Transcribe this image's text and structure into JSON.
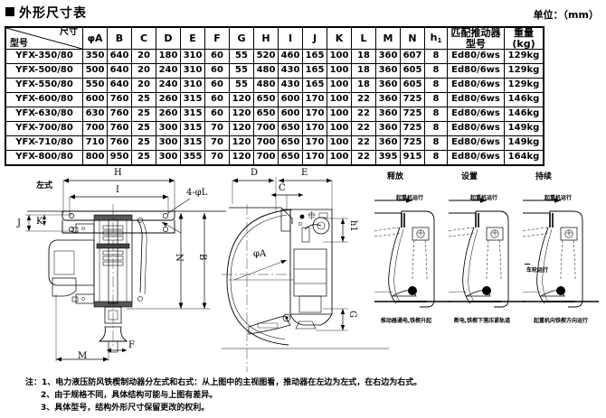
{
  "header": {
    "title": "外形尺寸表",
    "unit_label": "单位：（mm）"
  },
  "table": {
    "corner": {
      "dimension_label": "尺寸",
      "model_label": "型号"
    },
    "columns": [
      "φA",
      "B",
      "C",
      "D",
      "E",
      "F",
      "G",
      "H",
      "I",
      "J",
      "K",
      "L",
      "M",
      "N",
      "h1"
    ],
    "col_pusher_line1": "匹配推动器",
    "col_pusher_line2": "型号",
    "col_weight_line1": "重量",
    "col_weight_line2": "(kg)",
    "rows": [
      {
        "model": "YFX-350/80",
        "values": [
          "350",
          "640",
          "20",
          "180",
          "310",
          "60",
          "55",
          "520",
          "460",
          "165",
          "100",
          "18",
          "360",
          "607",
          "8"
        ],
        "pusher": "Ed80/6ws",
        "weight": "129kg"
      },
      {
        "model": "YFX-500/80",
        "values": [
          "500",
          "640",
          "20",
          "240",
          "310",
          "60",
          "55",
          "480",
          "430",
          "165",
          "100",
          "18",
          "360",
          "605",
          "8"
        ],
        "pusher": "Ed80/6ws",
        "weight": "129kg"
      },
      {
        "model": "YFX-550/80",
        "values": [
          "550",
          "640",
          "20",
          "240",
          "310",
          "60",
          "55",
          "480",
          "430",
          "165",
          "100",
          "18",
          "360",
          "605",
          "8"
        ],
        "pusher": "Ed80/6ws",
        "weight": "129kg"
      },
      {
        "model": "YFX-600/80",
        "values": [
          "600",
          "760",
          "25",
          "260",
          "315",
          "60",
          "120",
          "650",
          "600",
          "170",
          "100",
          "22",
          "360",
          "725",
          "8"
        ],
        "pusher": "Ed80/6ws",
        "weight": "146kg"
      },
      {
        "model": "YFX-630/80",
        "values": [
          "630",
          "760",
          "25",
          "260",
          "315",
          "60",
          "120",
          "650",
          "600",
          "170",
          "100",
          "22",
          "360",
          "725",
          "8"
        ],
        "pusher": "Ed80/6ws",
        "weight": "146kg"
      },
      {
        "model": "YFX-700/80",
        "values": [
          "700",
          "760",
          "25",
          "300",
          "315",
          "70",
          "120",
          "700",
          "650",
          "170",
          "100",
          "22",
          "360",
          "725",
          "8"
        ],
        "pusher": "Ed80/6ws",
        "weight": "149kg"
      },
      {
        "model": "YFX-710/80",
        "values": [
          "710",
          "760",
          "25",
          "300",
          "315",
          "70",
          "120",
          "700",
          "650",
          "170",
          "100",
          "22",
          "360",
          "725",
          "8"
        ],
        "pusher": "Ed80/6ws",
        "weight": "149kg"
      },
      {
        "model": "YFX-800/80",
        "values": [
          "800",
          "950",
          "25",
          "300",
          "355",
          "70",
          "120",
          "700",
          "650",
          "170",
          "100",
          "22",
          "395",
          "915",
          "8"
        ],
        "pusher": "Ed80/6ws",
        "weight": "164kg"
      }
    ]
  },
  "drawing": {
    "view_label": "左式",
    "dimensions": {
      "H": "H",
      "I": "I",
      "J": "J",
      "K": "K",
      "L_callout": "4-φL",
      "N": "N",
      "B": "B",
      "M": "M",
      "F": "F",
      "D": "D",
      "E": "E",
      "C": "C",
      "phiA": "φA",
      "h1": "h1",
      "G": "G"
    }
  },
  "states": [
    {
      "title": "释放",
      "arrow_label": "起重机运行",
      "caption": "推动器通电,铁楔升起"
    },
    {
      "title": "设置",
      "arrow_label": "起重机运行",
      "caption": "断电,铁楔下落压紧轨道",
      "side_label": "车轮运行"
    },
    {
      "title": "持续",
      "arrow_label": "起重机运行",
      "caption": "起重机向铁楔方向运行"
    }
  ],
  "notes": {
    "line1": "注：1、电力液压防风铁楔制动器分左式和右式：从上图中的主视图看，推动器在左边为左式，在右边为右式。",
    "line2": "2、由于规格不同，具体结构可能与上图有差异。",
    "line3": "3、具体型号，结构外形尺寸保留更改的权利。"
  }
}
